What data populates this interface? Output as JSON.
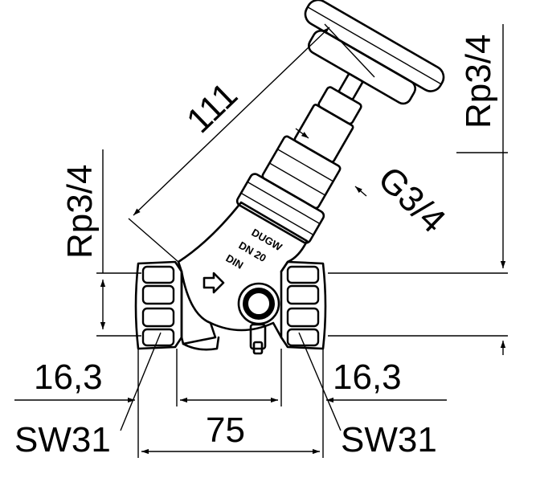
{
  "dimensions": {
    "length_diagonal": "111",
    "rp_left": "Rp3/4",
    "rp_right": "Rp3/4",
    "g_thread": "G3/4",
    "end_left": "16,3",
    "end_right": "16,3",
    "length_total": "75",
    "wrench_left": "SW31",
    "wrench_right": "SW31"
  },
  "body_markings": {
    "brand": "DUGW",
    "size": "DN 20",
    "standard": "DIN",
    "arrow_symbol": "⇨"
  }
}
